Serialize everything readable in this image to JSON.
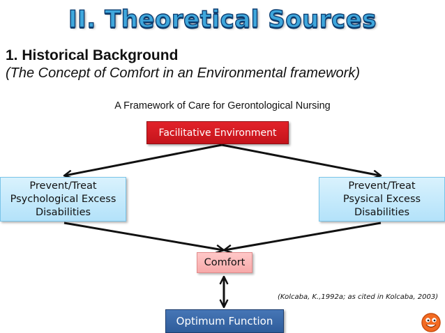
{
  "slide": {
    "banner": "II. Theoretical Sources",
    "heading": "1. Historical Background",
    "subheading": "(The Concept of Comfort in an Environmental framework)"
  },
  "diagram": {
    "title": "A Framework of Care for Gerontological Nursing",
    "nodes": {
      "facilitative": "Facilitative Environment",
      "left_lines": [
        "Prevent/Treat",
        "Psychological Excess",
        "Disabilities"
      ],
      "right_lines": [
        "Prevent/Treat",
        "Psysical Excess",
        "Disabilities"
      ],
      "comfort": "Comfort",
      "optimum": "Optimum Function"
    },
    "edges": [
      {
        "from": "Facilitative Environment",
        "to": "Prevent/Treat Psychological Excess Disabilities",
        "type": "one-way"
      },
      {
        "from": "Facilitative Environment",
        "to": "Prevent/Treat Psysical Excess Disabilities",
        "type": "one-way"
      },
      {
        "from": "Prevent/Treat Psychological Excess Disabilities",
        "to": "Comfort",
        "type": "one-way"
      },
      {
        "from": "Prevent/Treat Psysical Excess Disabilities",
        "to": "Comfort",
        "type": "one-way"
      },
      {
        "from": "Comfort",
        "to": "Optimum Function",
        "type": "two-way"
      }
    ],
    "citation": "(Kolcaba, K.,1992a; as cited in Kolcaba, 2003)"
  },
  "colors": {
    "banner_fill": "#3fa7dc",
    "facilitative_box": "#d41a20",
    "outcome_boxes": "#c6eafb",
    "comfort_box": "#fbb8b8",
    "optimum_box": "#3a68a8",
    "smiley": "#f26a21"
  },
  "icons": {
    "corner": "smiley-icon"
  }
}
